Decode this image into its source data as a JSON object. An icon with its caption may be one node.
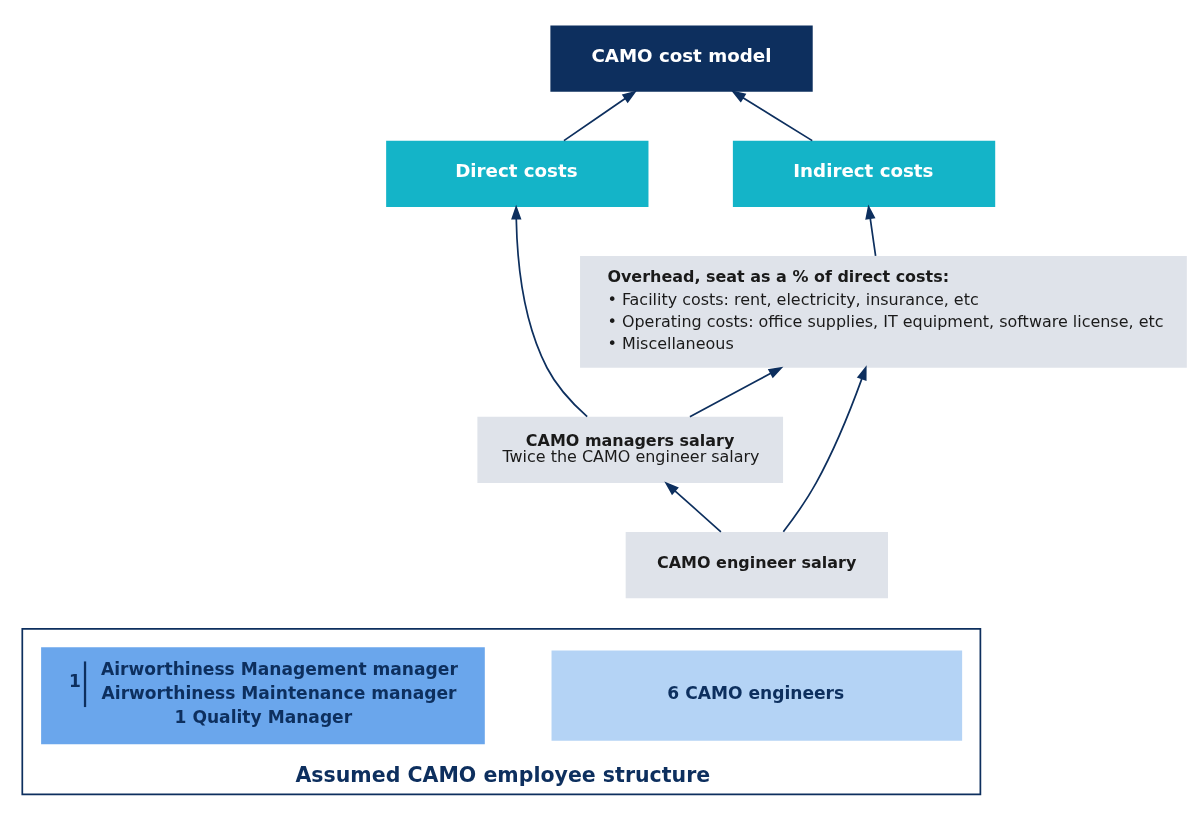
{
  "diagram": {
    "nodes": [
      {
        "text": [
          "CAMO cost model"
        ]
      },
      {
        "text": [
          "Direct costs"
        ]
      },
      {
        "text": [
          "Indirect costs"
        ]
      },
      {
        "text": [
          "CAMO managers salary",
          "Twice the CAMO engineer salary"
        ]
      },
      {
        "text": [
          "CAMO engineer salary"
        ]
      },
      {
        "text": [
          "Overhead, seat as a % of direct costs:",
          "• Facility costs: rent, electricity, insurance, etc",
          "• Operating costs: office supplies, IT equipment, software license, etc",
          "• Miscellaneous"
        ]
      },
      {
        "text": [
          "Assumed CAMO employee structure"
        ]
      },
      {
        "text": [
          "6 CAMO engineers"
        ],
        "in": 6
      },
      {
        "text": [
          "1",
          "Airworthiness Management manager",
          "Airworthiness Maintenance manager",
          "1 Quality Manager"
        ],
        "in": 6
      }
    ],
    "edges": [
      {
        "from": 1,
        "to": 0,
        "arrow": "to"
      },
      {
        "from": 2,
        "to": 0,
        "arrow": "to"
      },
      {
        "from": 3,
        "to": 1,
        "arrow": "to"
      },
      {
        "from": 4,
        "to": 3,
        "arrow": "to"
      },
      {
        "from": 5,
        "to": 2,
        "arrow": "to"
      },
      {
        "from": 3,
        "to": 5,
        "arrow": "to"
      },
      {
        "from": 4,
        "to": 5,
        "arrow": "to"
      }
    ]
  }
}
